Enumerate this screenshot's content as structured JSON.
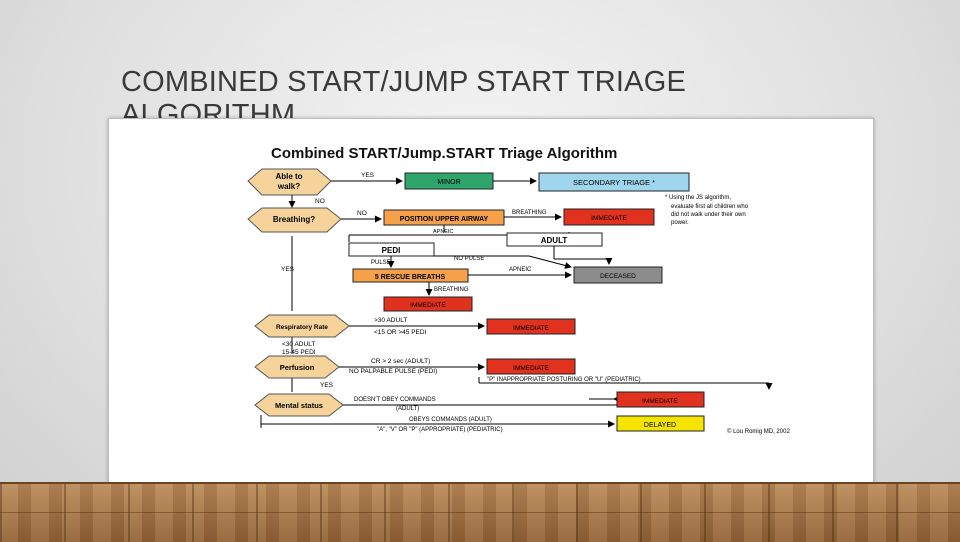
{
  "slide": {
    "title": "COMBINED START/JUMP START TRIAGE ALGORITHM"
  },
  "diagram": {
    "title": "Combined START/Jump.START Triage Algorithm",
    "decisions": {
      "walk": "Able to walk?",
      "breathing": "Breathing?",
      "resp_rate": "Respiratory Rate",
      "perfusion": "Perfusion",
      "mental": "Mental status"
    },
    "boxes": {
      "minor": "MINOR",
      "secondary_triage": "SECONDARY TRIAGE *",
      "position_airway": "POSITION UPPER AIRWAY",
      "immediate_1": "IMMEDIATE",
      "adult": "ADULT",
      "pedi": "PEDI",
      "rescue_breaths": "5 RESCUE BREATHS",
      "deceased": "DECEASED",
      "immediate_2": "IMMEDIATE",
      "immediate_3": "IMMEDIATE",
      "immediate_4": "IMMEDIATE",
      "immediate_5": "IMMEDIATE",
      "delayed": "DELAYED"
    },
    "labels": {
      "yes_walk": "YES",
      "no_walk": "NO",
      "no_breathing": "NO",
      "yes_breathing": "YES",
      "breathing_1": "BREATHING",
      "apneic_1": "APNEIC",
      "no_pulse": "NO PULSE",
      "pulse": "PULSE",
      "apneic_2": "APNEIC",
      "breathing_2": "BREATHING",
      "rr_high_adult": ">30 ADULT",
      "rr_high_pedi": "<15 OR >45 PEDI",
      "rr_low_adult": "<30 ADULT",
      "rr_low_pedi": "15-45 PEDI",
      "crt": "CR > 2 sec (ADULT)",
      "no_pulse_pedi": "NO PALPABLE PULSE (PEDI)",
      "yes_perfusion": "YES",
      "inappropriate": "\"P\" INAPPROPRIATE POSTURING OR \"U\" (PEDIATRIC)",
      "no_obey": "DOESN'T OBEY COMMANDS",
      "no_obey_adult": "(ADULT)",
      "obeys": "OBEYS COMMANDS (ADULT)",
      "obeys_pedi": "\"A\", \"V\" OR \"P\" (APPROPRIATE) (PEDIATRIC)",
      "note_1": "* Using the JS algorithm,",
      "note_2": "evaluate first all children who",
      "note_3": "did not walk under their own",
      "note_4": "power.",
      "credit": "© Lou Romig MD, 2002"
    },
    "colors": {
      "decision_fill": "#f6d39a",
      "minor_fill": "#2ea56b",
      "secondary_fill": "#9fd6ee",
      "orange_fill": "#f5a14a",
      "immediate_fill": "#e0321e",
      "deceased_fill": "#8c8c8c",
      "delayed_fill": "#f4e400"
    }
  }
}
